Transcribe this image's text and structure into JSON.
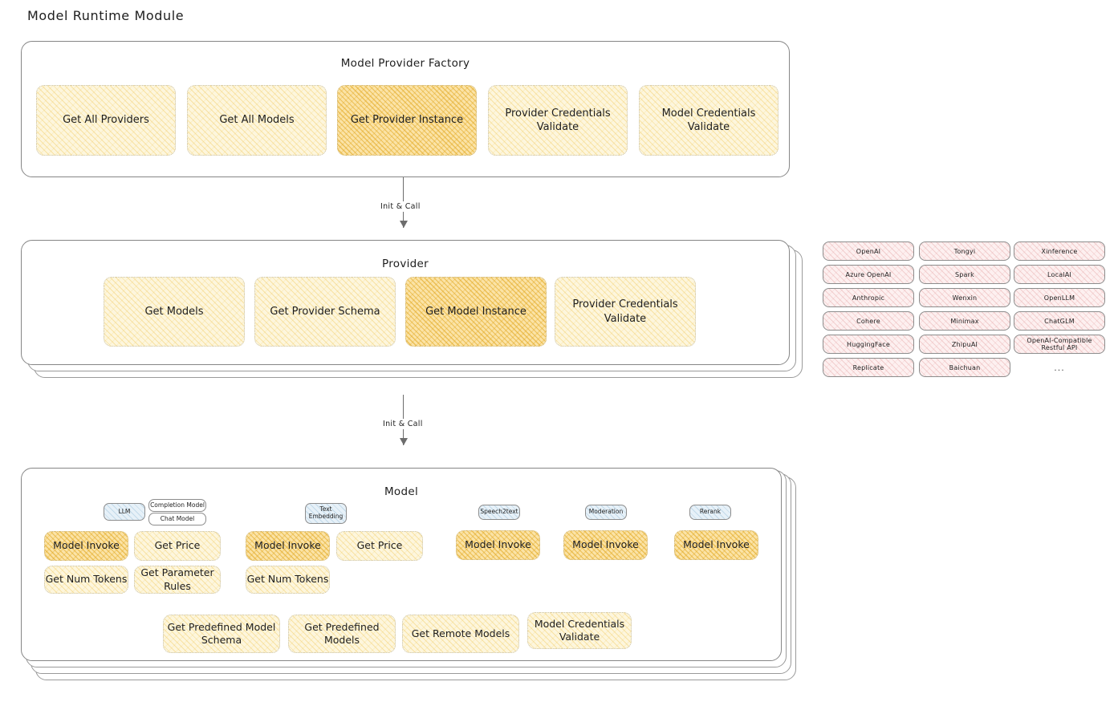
{
  "page": {
    "title": "Model Runtime Module"
  },
  "factory": {
    "title": "Model Provider Factory",
    "methods": [
      {
        "label": "Get All Providers",
        "highlight": false
      },
      {
        "label": "Get All Models",
        "highlight": false
      },
      {
        "label": "Get Provider Instance",
        "highlight": true
      },
      {
        "label": "Provider Credentials Validate",
        "highlight": false
      },
      {
        "label": "Model Credentials Validate",
        "highlight": false
      }
    ]
  },
  "arrow1": {
    "label": "Init & Call"
  },
  "provider": {
    "title": "Provider",
    "methods": [
      {
        "label": "Get Models",
        "highlight": false
      },
      {
        "label": "Get Provider Schema",
        "highlight": false
      },
      {
        "label": "Get Model Instance",
        "highlight": true
      },
      {
        "label": "Provider Credentials Validate",
        "highlight": false
      }
    ]
  },
  "arrow2": {
    "label": "Init & Call"
  },
  "provider_list": {
    "columns": [
      [
        "OpenAI",
        "Azure OpenAI",
        "Anthropic",
        "Cohere",
        "HuggingFace",
        "Replicate"
      ],
      [
        "Tongyi",
        "Spark",
        "Wenxin",
        "Minimax",
        "ZhipuAI",
        "Baichuan"
      ],
      [
        "Xinference",
        "LocalAI",
        "OpenLLM",
        "ChatGLM",
        "OpenAI-Compatible Restful API"
      ]
    ],
    "more": "..."
  },
  "model": {
    "title": "Model",
    "more": "...",
    "types": [
      {
        "name": "LLM",
        "variants": [
          "Completion Model",
          "Chat Model"
        ]
      },
      {
        "name": "Text\nEmbedding",
        "variants": []
      },
      {
        "name": "Speech2text",
        "variants": []
      },
      {
        "name": "Moderation",
        "variants": []
      },
      {
        "name": "Rerank",
        "variants": []
      }
    ],
    "llm_methods": [
      {
        "label": "Model Invoke",
        "highlight": true
      },
      {
        "label": "Get Price",
        "highlight": false
      },
      {
        "label": "Get Num Tokens",
        "highlight": false
      },
      {
        "label": "Get Parameter Rules",
        "highlight": false
      }
    ],
    "embedding_methods": [
      {
        "label": "Model Invoke",
        "highlight": true
      },
      {
        "label": "Get Price",
        "highlight": false
      },
      {
        "label": "Get Num Tokens",
        "highlight": false
      }
    ],
    "speech_methods": [
      {
        "label": "Model Invoke",
        "highlight": true
      }
    ],
    "moderation_methods": [
      {
        "label": "Model Invoke",
        "highlight": true
      }
    ],
    "rerank_methods": [
      {
        "label": "Model Invoke",
        "highlight": true
      }
    ],
    "common_methods": [
      {
        "label": "Get Predefined Model Schema",
        "highlight": false
      },
      {
        "label": "Get Predefined Models",
        "highlight": false
      },
      {
        "label": "Get Remote Models",
        "highlight": false
      },
      {
        "label": "Model Credentials Validate",
        "highlight": false
      }
    ]
  },
  "colors": {
    "box_fill": "#fdf6dd",
    "box_fill_strong": "#fbe3a6",
    "chip_fill": "#fdf0f0",
    "type_chip_blue": "#e7f1f8",
    "container_border": "#868686",
    "text": "#1e1e1e"
  }
}
